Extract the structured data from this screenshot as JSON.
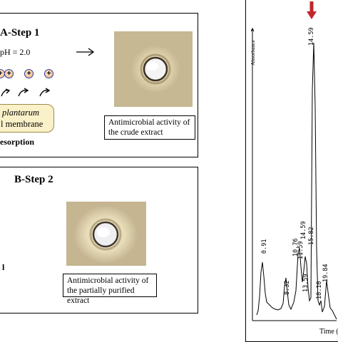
{
  "step_a": {
    "title": "A-Step 1",
    "ph_label": "pH = 2.0",
    "ion_symbol": "+",
    "strain_label": "plantarum",
    "membrane_label": "l membrane",
    "process_label": "esorption",
    "caption": "Antimicrobial activity of the crude extract"
  },
  "step_b": {
    "title": "B-Step 2",
    "side_mark": "l",
    "caption": "Antimicrobial activity of the partially purified extract"
  },
  "chromatogram": {
    "y_axis_label": "Absorbance",
    "x_axis_label": "Time (",
    "marker_color": "#c0262b",
    "peak_labels": [
      "0.91",
      "8.32",
      "10.76",
      "11.59",
      "13.59",
      "14.59",
      "15.82",
      "18.10",
      "19.84"
    ],
    "highlight_peak": "14.59"
  }
}
